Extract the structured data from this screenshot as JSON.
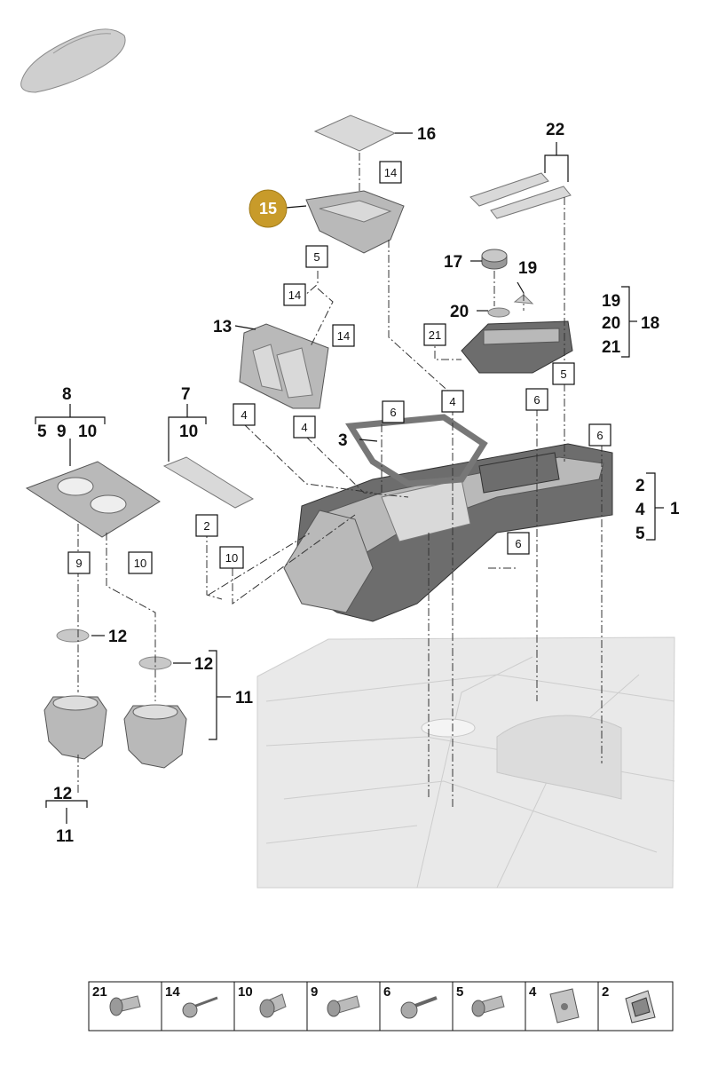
{
  "callouts": {
    "c1": "1",
    "c2": "2",
    "c3": "3",
    "c4": "4",
    "c5": "5",
    "c7": "7",
    "c8": "8",
    "c10": "10",
    "c11": "11",
    "c12": "12",
    "c13": "13",
    "c15": "15",
    "c16": "16",
    "c17": "17",
    "c18": "18",
    "c19": "19",
    "c20": "20",
    "c21": "21",
    "c22": "22"
  },
  "tags": {
    "t2": "2",
    "t4": "4",
    "t5": "5",
    "t6": "6",
    "t9": "9",
    "t10": "10",
    "t14": "14",
    "t21": "21"
  },
  "legend": [
    {
      "label": "21",
      "icon": "rivet-icon"
    },
    {
      "label": "14",
      "icon": "screw-icon"
    },
    {
      "label": "10",
      "icon": "expansion-rivet-icon"
    },
    {
      "label": "9",
      "icon": "rivet-icon"
    },
    {
      "label": "6",
      "icon": "screw-icon"
    },
    {
      "label": "5",
      "icon": "rivet-icon"
    },
    {
      "label": "4",
      "icon": "clip-nut-icon"
    },
    {
      "label": "2",
      "icon": "spring-clip-icon"
    }
  ],
  "colors": {
    "highlight_bubble": "#c89b2a",
    "floor": "#e9e9e9",
    "part_dark": "#6d6d6d"
  }
}
